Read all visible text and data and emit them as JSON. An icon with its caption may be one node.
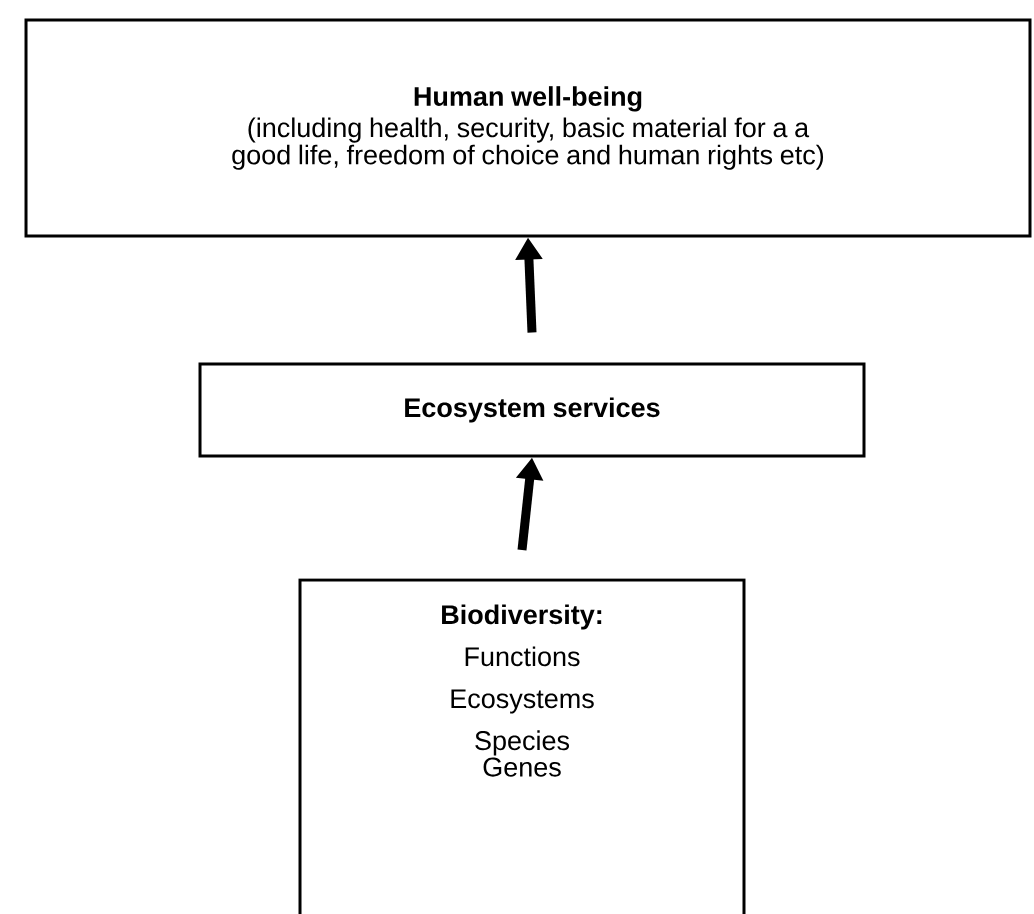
{
  "diagram": {
    "nodes": [
      {
        "text": [
          "Human well-being",
          "(including health, security, basic material for a a good life, freedom of choice and human rights etc)"
        ]
      },
      {
        "text": [
          "Ecosystem services"
        ]
      },
      {
        "text": [
          "Biodiversity:",
          "Functions",
          "Ecosystems",
          "Species",
          "Genes"
        ]
      }
    ],
    "edges": [
      {
        "from": 2,
        "to": 1,
        "arrow": "to"
      },
      {
        "from": 1,
        "to": 0,
        "arrow": "to"
      }
    ]
  }
}
